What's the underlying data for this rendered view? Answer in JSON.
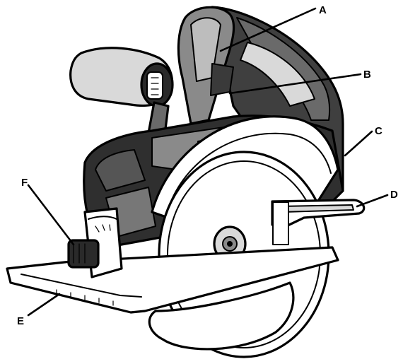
{
  "figure": {
    "callouts": [
      {
        "id": "A",
        "text": "A"
      },
      {
        "id": "B",
        "text": "B"
      },
      {
        "id": "C",
        "text": "C"
      },
      {
        "id": "D",
        "text": "D"
      },
      {
        "id": "E",
        "text": "E"
      },
      {
        "id": "F",
        "text": "F"
      }
    ],
    "colors": {
      "ink": "#000000",
      "light_gray": "#d9d9d9",
      "mid_gray": "#8a8a8a",
      "dark_gray": "#3a3a3a",
      "paper": "#ffffff"
    }
  }
}
